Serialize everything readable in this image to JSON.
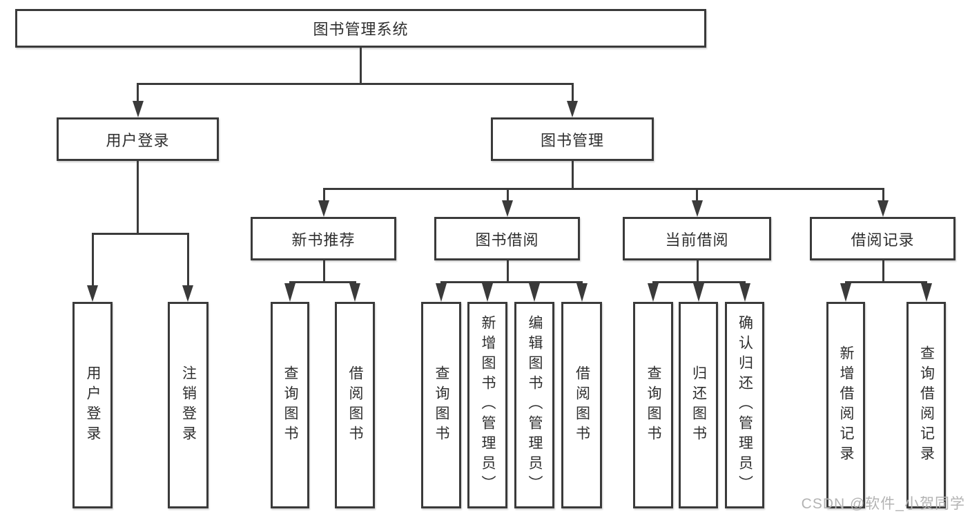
{
  "tree": {
    "label": "图书管理系统",
    "children": [
      {
        "label": "用户登录",
        "children": [
          {
            "label": "用户登录"
          },
          {
            "label": "注销登录"
          }
        ]
      },
      {
        "label": "图书管理",
        "children": [
          {
            "label": "新书推荐",
            "children": [
              {
                "label": "查询图书"
              },
              {
                "label": "借阅图书"
              }
            ]
          },
          {
            "label": "图书借阅",
            "children": [
              {
                "label": "查询图书"
              },
              {
                "label": "新增图书（管理员）"
              },
              {
                "label": "编辑图书（管理员）"
              },
              {
                "label": "借阅图书"
              }
            ]
          },
          {
            "label": "当前借阅",
            "children": [
              {
                "label": "查询图书"
              },
              {
                "label": "归还图书"
              },
              {
                "label": "确认归还（管理员）"
              }
            ]
          },
          {
            "label": "借阅记录",
            "children": [
              {
                "label": "新增借阅记录"
              },
              {
                "label": "查询借阅记录"
              }
            ]
          }
        ]
      }
    ]
  },
  "watermark": "CSDN @软件_小贺同学",
  "colors": {
    "line": "#3a3a3a",
    "box_border": "#3a3a3a",
    "box_fill": "#ffffff",
    "text": "#2e2e2e",
    "watermark": "#b3b3b3",
    "background": "#ffffff"
  }
}
